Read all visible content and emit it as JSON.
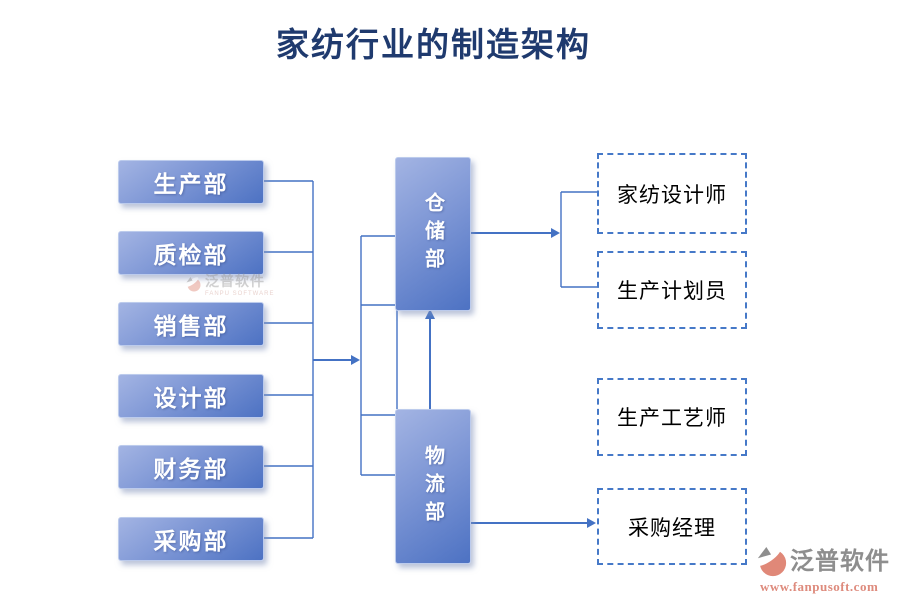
{
  "title": "家纺行业的制造架构",
  "departments": {
    "left": [
      "生产部",
      "质检部",
      "销售部",
      "设计部",
      "财务部",
      "采购部"
    ],
    "middle": [
      "仓储部",
      "物流部"
    ],
    "right": [
      "家纺设计师",
      "生产计划员",
      "生产工艺师",
      "采购经理"
    ]
  },
  "watermark": {
    "brand": "泛普软件",
    "subtitle": "FANPU SOFTWARE"
  },
  "footer_logo": {
    "brand": "泛普软件",
    "url": "www.fanpusoft.com"
  },
  "colors": {
    "connector_blue": "#4472C4",
    "node_gradient_start": "#A3B4E3",
    "node_gradient_end": "#4D72C3",
    "title_text": "#1F3A6E",
    "node_text": "#FFFFFF",
    "role_text": "#000000",
    "logo_accent": "#DE8B7D",
    "logo_gray": "#8E8E8E"
  }
}
